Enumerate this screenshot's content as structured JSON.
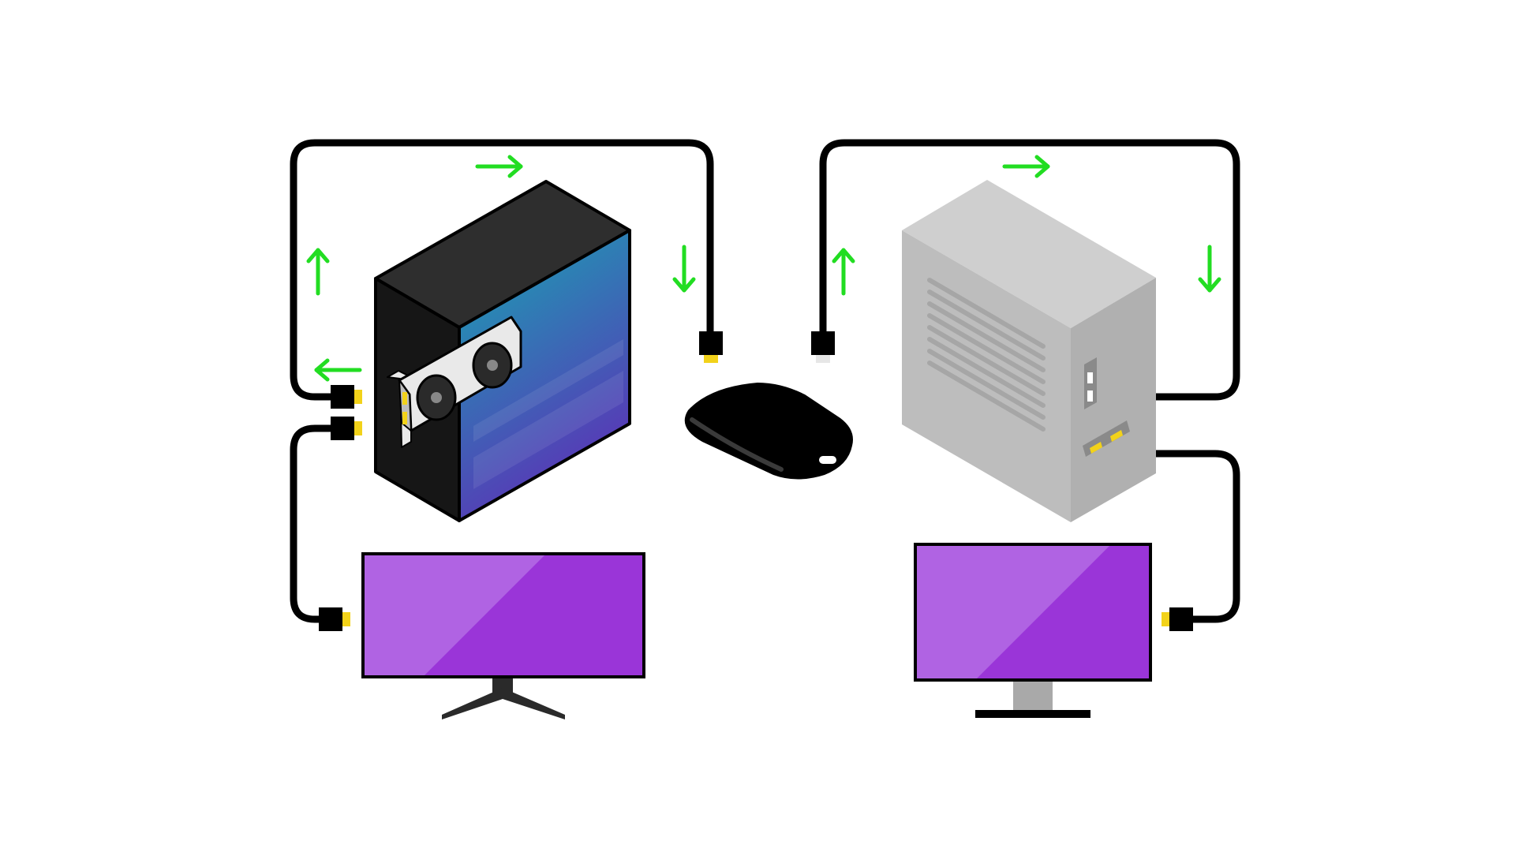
{
  "colors": {
    "background": "#ffffff",
    "cable": "#000000",
    "arrow": "#22dd22",
    "connector_tip": "#f2d21a",
    "connector_tip_alt": "#e6e6e6",
    "gaming_pc_top": "#2e2e2e",
    "gaming_pc_side": "#161616",
    "gaming_pc_panel_start": "#16a7b3",
    "gaming_pc_panel_end": "#5a35b7",
    "gpu_body": "#e9e9e9",
    "gpu_fan": "#2a2a2a",
    "capture_card": "#000000",
    "streaming_pc_top": "#cfcfcf",
    "streaming_pc_front": "#bdbdbd",
    "streaming_pc_side": "#b0b0b0",
    "monitor_screen": "#9a35d8",
    "monitor_screen_highlight": "#b063e3",
    "monitor_stand_dark": "#2a2a2a",
    "monitor_stand_grey": "#a9a9a9"
  },
  "nodes": [
    {
      "id": "gaming-pc",
      "icon": "black-tower-pc-with-gpu"
    },
    {
      "id": "capture-card",
      "icon": "external-capture-card"
    },
    {
      "id": "streaming-pc",
      "icon": "grey-tower-pc"
    },
    {
      "id": "gaming-monitor",
      "icon": "ultrawide-monitor"
    },
    {
      "id": "streaming-monitor",
      "icon": "monitor"
    }
  ],
  "connections": [
    {
      "from": "gaming-pc",
      "to": "capture-card"
    },
    {
      "from": "capture-card",
      "to": "streaming-pc"
    },
    {
      "from": "gaming-pc",
      "to": "gaming-monitor"
    },
    {
      "from": "streaming-pc",
      "to": "streaming-monitor"
    }
  ]
}
